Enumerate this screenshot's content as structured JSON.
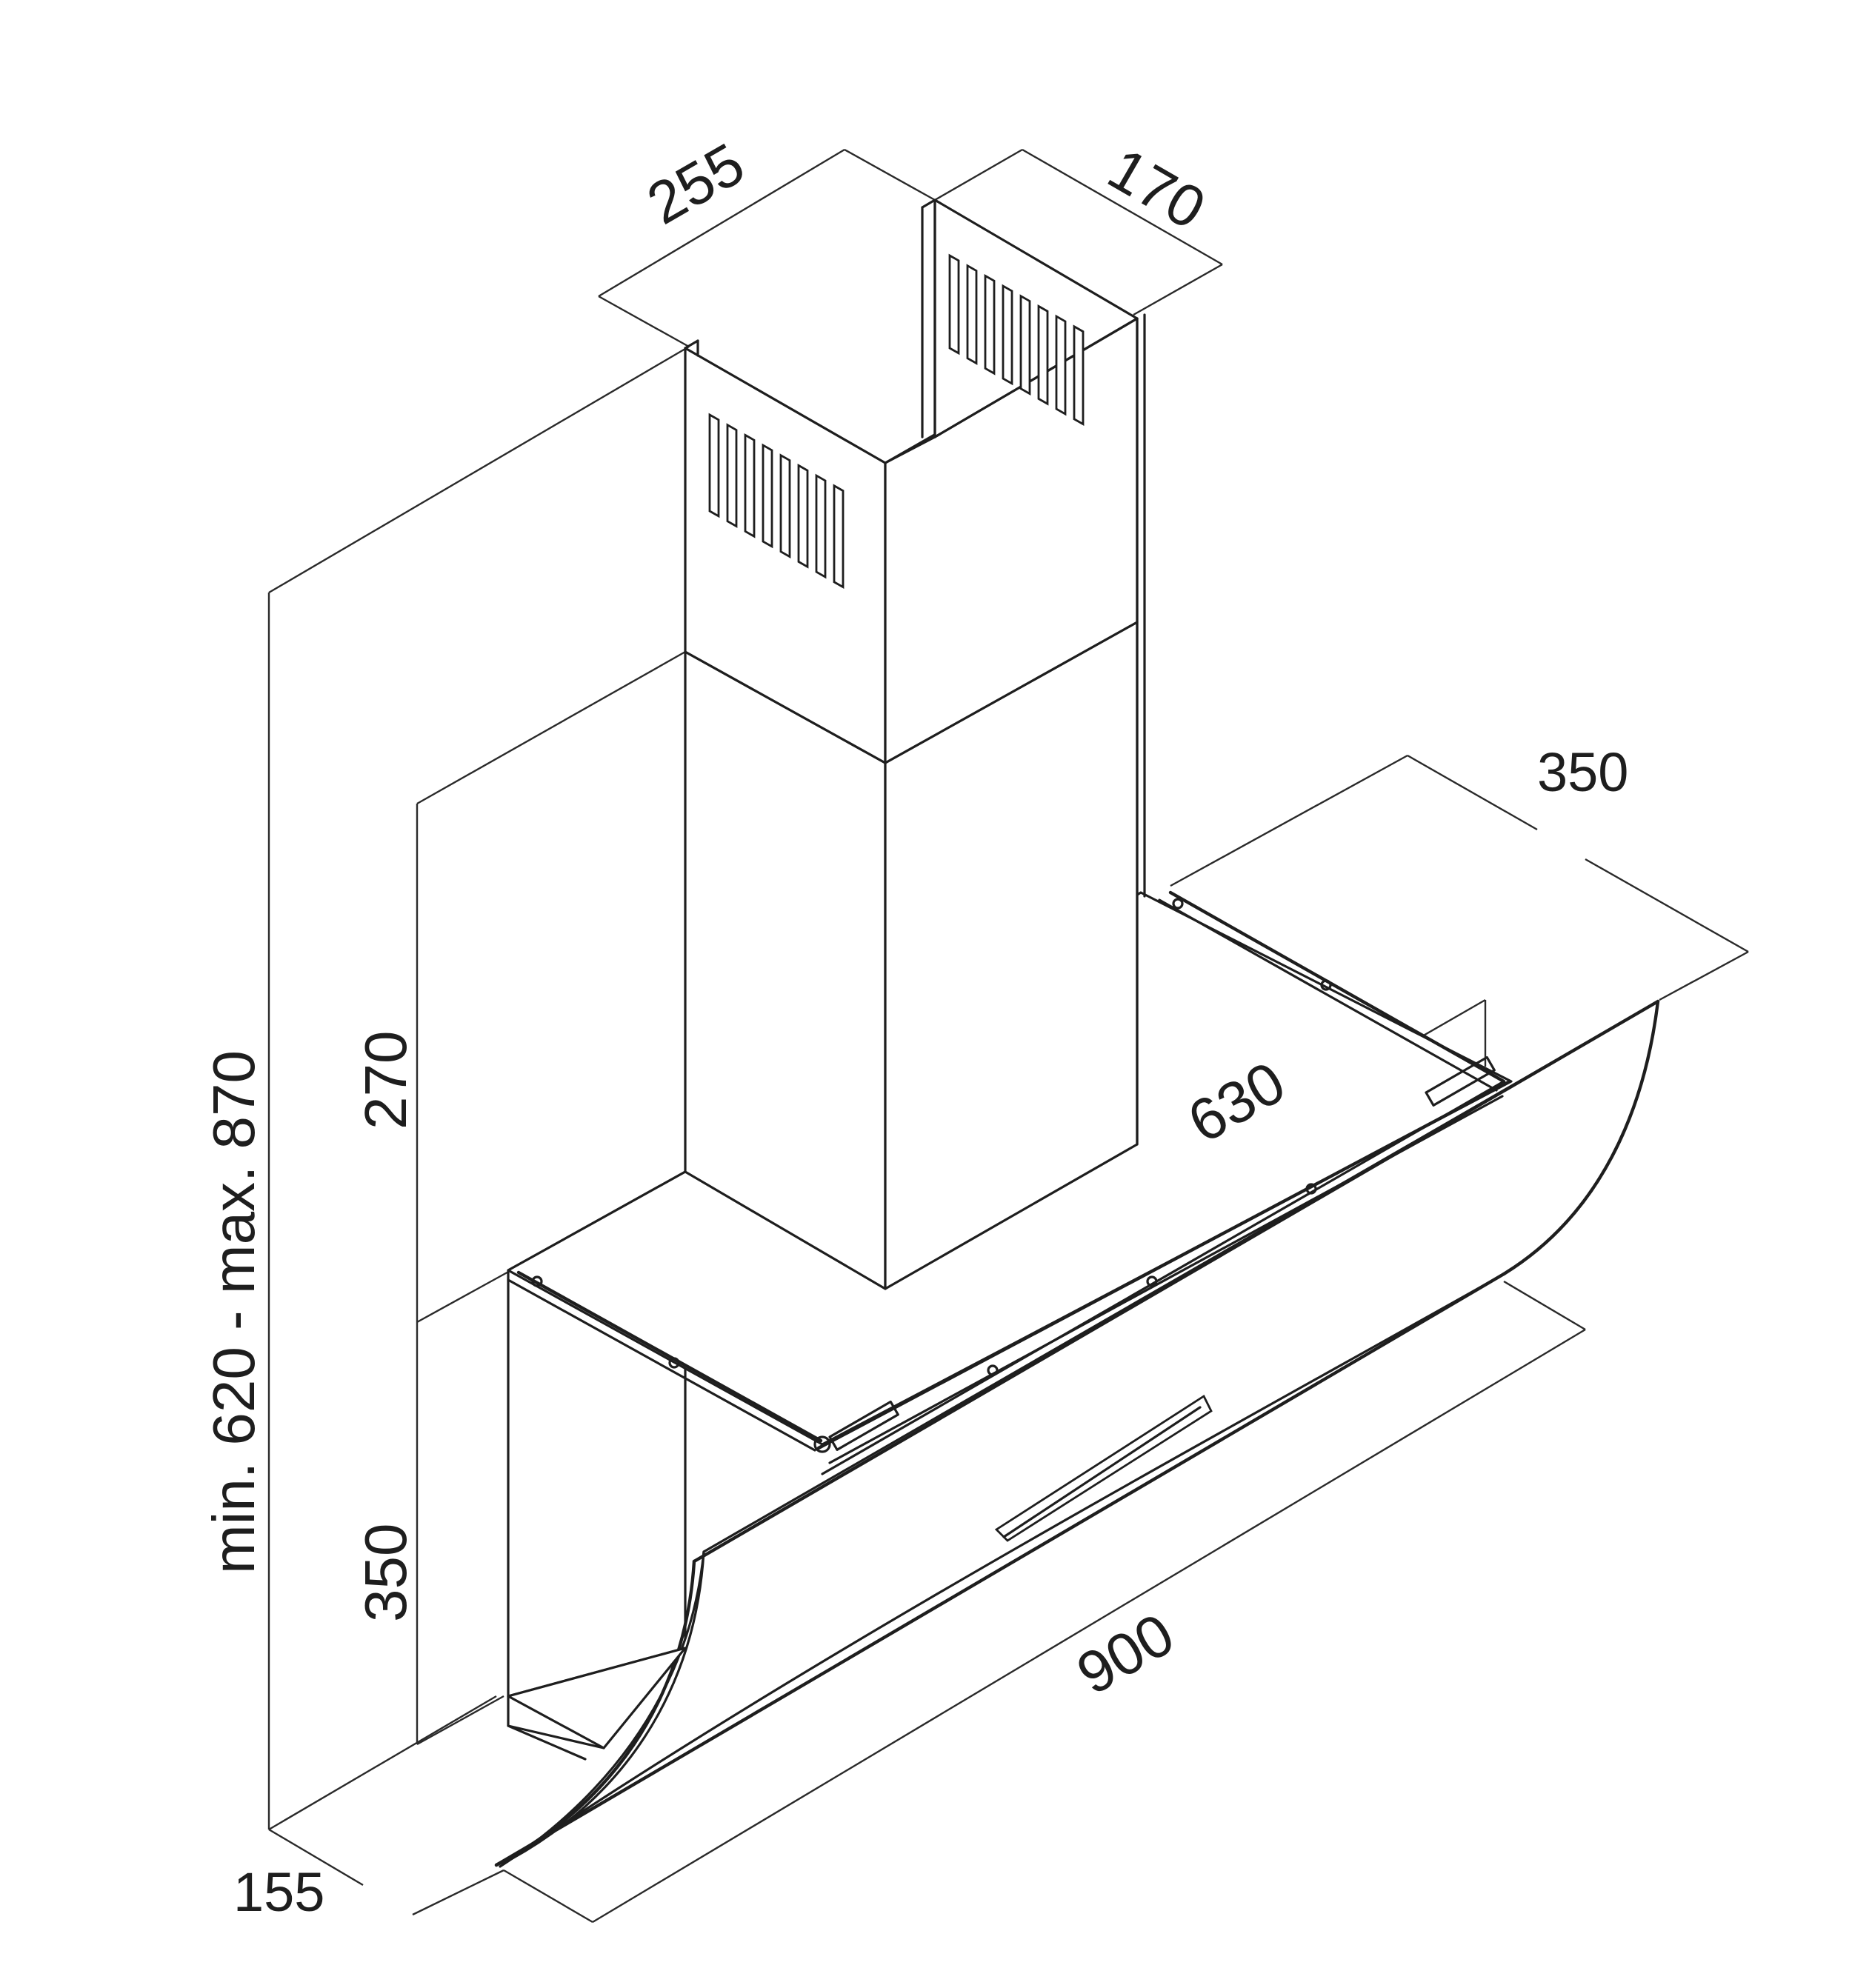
{
  "dimensions": {
    "chimney_width": "255",
    "chimney_depth": "170",
    "hood_depth": "350",
    "chimney_upper_height": "270",
    "overall_height": "min. 620 - max. 870",
    "hood_height": "350",
    "inner_width": "630",
    "hood_width": "900",
    "bottom_depth": "155"
  },
  "colors": {
    "line": "#1e1e1e",
    "background": "#ffffff"
  }
}
